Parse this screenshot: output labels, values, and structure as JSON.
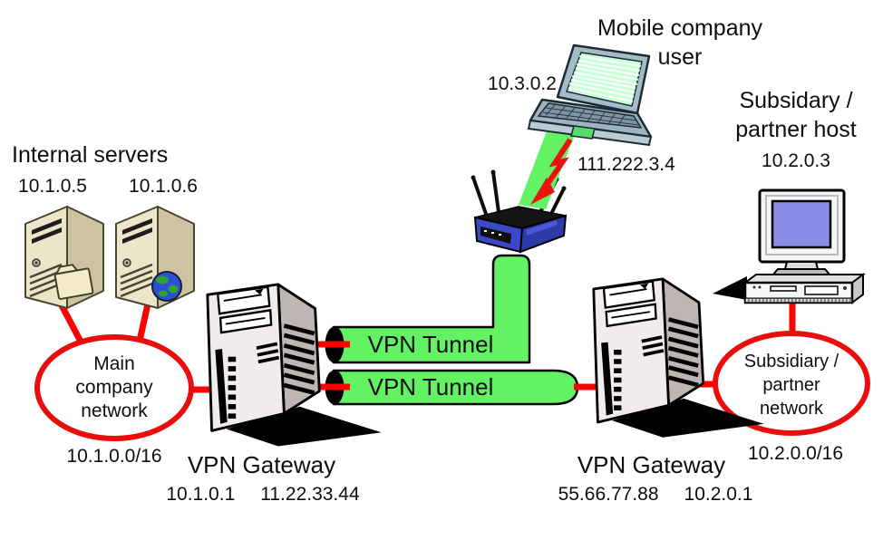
{
  "internal_servers": {
    "title": "Internal servers",
    "server1_ip": "10.1.0.5",
    "server2_ip": "10.1.0.6"
  },
  "main_network": {
    "lines": [
      "Main",
      "company",
      "network"
    ],
    "cidr": "10.1.0.0/16"
  },
  "left_gateway": {
    "title": "VPN Gateway",
    "ip_internal": "10.1.0.1",
    "ip_external": "11.22.33.44"
  },
  "tunnels": {
    "top_label": "VPN Tunnel",
    "bottom_label": "VPN Tunnel"
  },
  "mobile_user": {
    "title_line1": "Mobile company",
    "title_line2": "user",
    "ip": "10.3.0.2",
    "public_ip": "111.222.3.4"
  },
  "right_gateway": {
    "title": "VPN Gateway",
    "ip_external": "55.66.77.88",
    "ip_internal": "10.2.0.1"
  },
  "partner_network": {
    "lines": [
      "Subsidiary /",
      "partner",
      "network"
    ],
    "cidr": "10.2.0.0/16"
  },
  "partner_host": {
    "title_line1": "Subsidary /",
    "title_line2": "partner host",
    "ip": "10.2.0.3"
  },
  "colors": {
    "tunnel_green": "#63F263",
    "line_red": "#FF0000",
    "ellipse_red": "#E90D0D",
    "router_blue": "#3A49C8",
    "monitor_blue": "#8B8BE8",
    "screen_green": "#C9FFD8",
    "bolt_red": "#EE1111"
  }
}
